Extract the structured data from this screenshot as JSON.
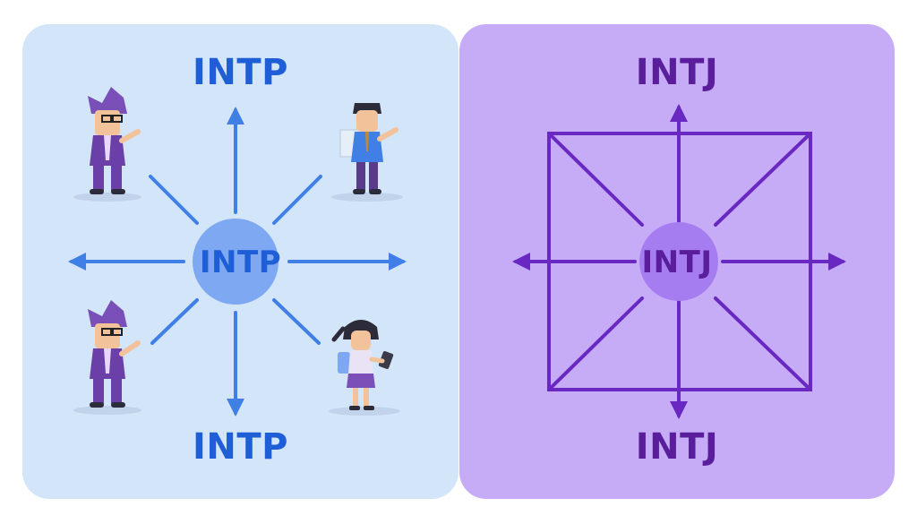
{
  "left_panel": {
    "title_top": "INTP",
    "hub_label": "INTP",
    "title_bottom": "INTP",
    "colors": {
      "background": "#d3e5f9",
      "accent": "#3f7fe6",
      "hub": "#7ea8f2",
      "text": "#1e5fd8"
    },
    "figures": [
      "person-with-glasses-top-left",
      "person-with-map-top-right",
      "person-with-glasses-bottom-left",
      "person-with-tablet-bottom-right"
    ]
  },
  "right_panel": {
    "title_top": "INTJ",
    "hub_label": "INTJ",
    "title_bottom": "INTJ",
    "colors": {
      "background": "#c6acf7",
      "accent": "#6a28c2",
      "hub": "#a57df0",
      "text": "#5a1e9c"
    }
  }
}
